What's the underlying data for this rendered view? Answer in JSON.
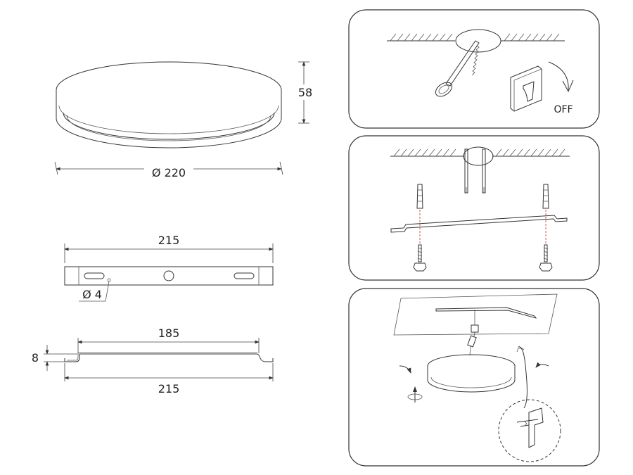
{
  "lamp_dimensions": {
    "height_label": "58",
    "diameter_label": "Ø 220"
  },
  "bracket_top_view": {
    "length_label": "215",
    "hole_label": "Ø 4"
  },
  "bracket_side_view": {
    "inner_length_label": "185",
    "height_label": "8",
    "length_label": "215"
  },
  "step_1": {
    "switch_label": "OFF"
  },
  "colors": {
    "line": "#333333",
    "guide_dashed": "#c0303a"
  }
}
